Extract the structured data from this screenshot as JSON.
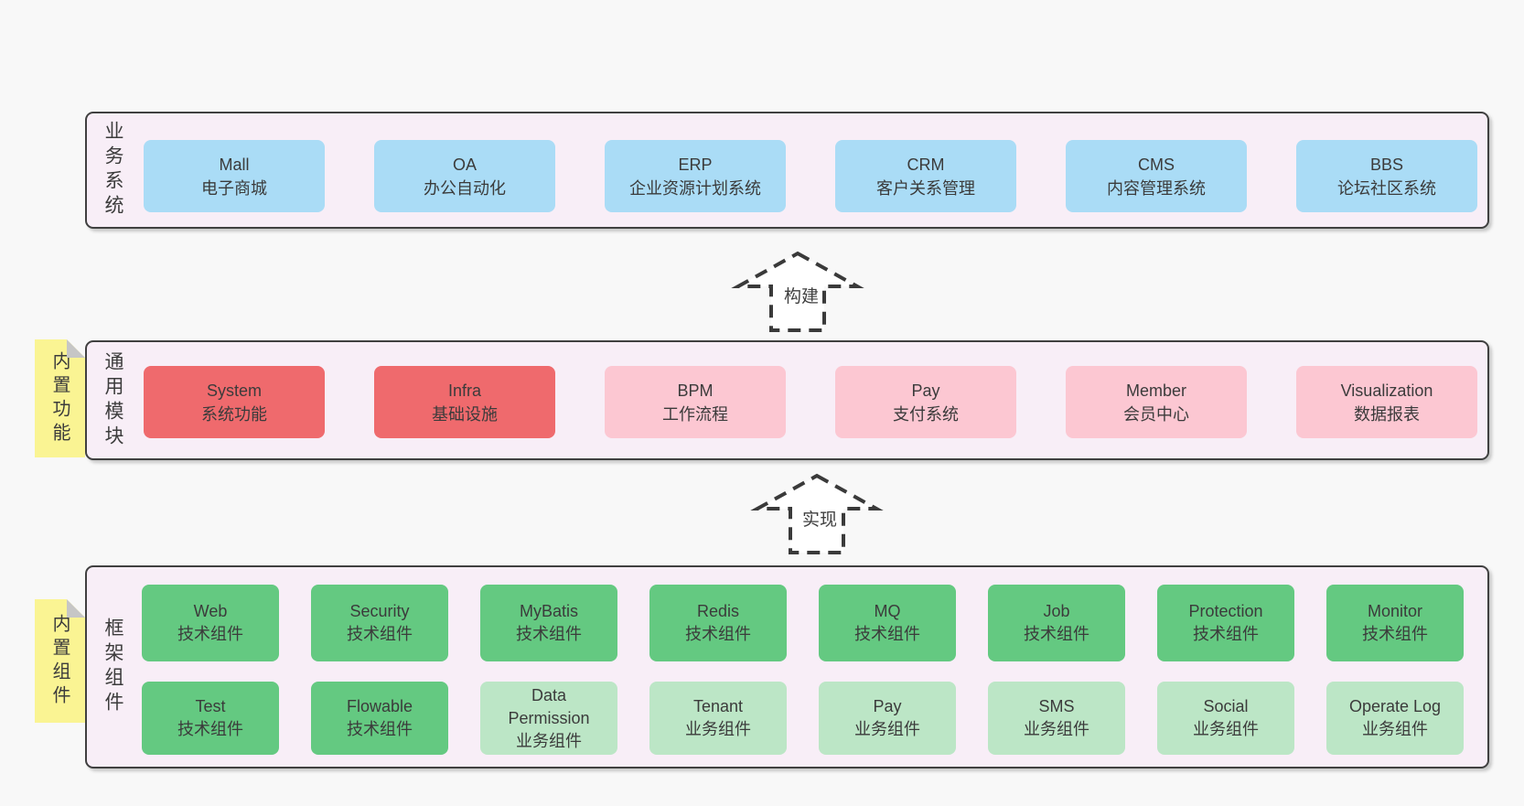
{
  "colors": {
    "page_bg": "#f8f8f8",
    "band_bg": "#f8eef7",
    "band_border": "#404040",
    "node_blue": "#aadcf6",
    "node_red": "#ef6a6d",
    "node_pink": "#fcc7d2",
    "node_green_dark": "#64c981",
    "node_green_light": "#bce6c6",
    "sticky_yellow": "#faf493",
    "sticky_fold": "#c6c6c6",
    "text": "#3b3b3b"
  },
  "arrows": [
    {
      "label": "构建"
    },
    {
      "label": "实现"
    }
  ],
  "bands": [
    {
      "label": "业务系统",
      "items": [
        {
          "title": "Mall",
          "subtitle": "电子商城"
        },
        {
          "title": "OA",
          "subtitle": "办公自动化"
        },
        {
          "title": "ERP",
          "subtitle": "企业资源计划系统"
        },
        {
          "title": "CRM",
          "subtitle": "客户关系管理"
        },
        {
          "title": "CMS",
          "subtitle": "内容管理系统"
        },
        {
          "title": "BBS",
          "subtitle": "论坛社区系统"
        }
      ]
    },
    {
      "label": "通用模块",
      "sticky": "内置功能",
      "items": [
        {
          "title": "System",
          "subtitle": "系统功能"
        },
        {
          "title": "Infra",
          "subtitle": "基础设施"
        },
        {
          "title": "BPM",
          "subtitle": "工作流程"
        },
        {
          "title": "Pay",
          "subtitle": "支付系统"
        },
        {
          "title": "Member",
          "subtitle": "会员中心"
        },
        {
          "title": "Visualization",
          "subtitle": "数据报表"
        }
      ]
    },
    {
      "label": "框架组件",
      "sticky": "内置组件",
      "rows": [
        [
          {
            "title": "Web",
            "subtitle": "技术组件"
          },
          {
            "title": "Security",
            "subtitle": "技术组件"
          },
          {
            "title": "MyBatis",
            "subtitle": "技术组件"
          },
          {
            "title": "Redis",
            "subtitle": "技术组件"
          },
          {
            "title": "MQ",
            "subtitle": "技术组件"
          },
          {
            "title": "Job",
            "subtitle": "技术组件"
          },
          {
            "title": "Protection",
            "subtitle": "技术组件"
          },
          {
            "title": "Monitor",
            "subtitle": "技术组件"
          }
        ],
        [
          {
            "title": "Test",
            "subtitle": "技术组件"
          },
          {
            "title": "Flowable",
            "subtitle": "技术组件"
          },
          {
            "title": "Data Permission",
            "subtitle": "业务组件"
          },
          {
            "title": "Tenant",
            "subtitle": "业务组件"
          },
          {
            "title": "Pay",
            "subtitle": "业务组件"
          },
          {
            "title": "SMS",
            "subtitle": "业务组件"
          },
          {
            "title": "Social",
            "subtitle": "业务组件"
          },
          {
            "title": "Operate Log",
            "subtitle": "业务组件"
          }
        ]
      ]
    }
  ]
}
